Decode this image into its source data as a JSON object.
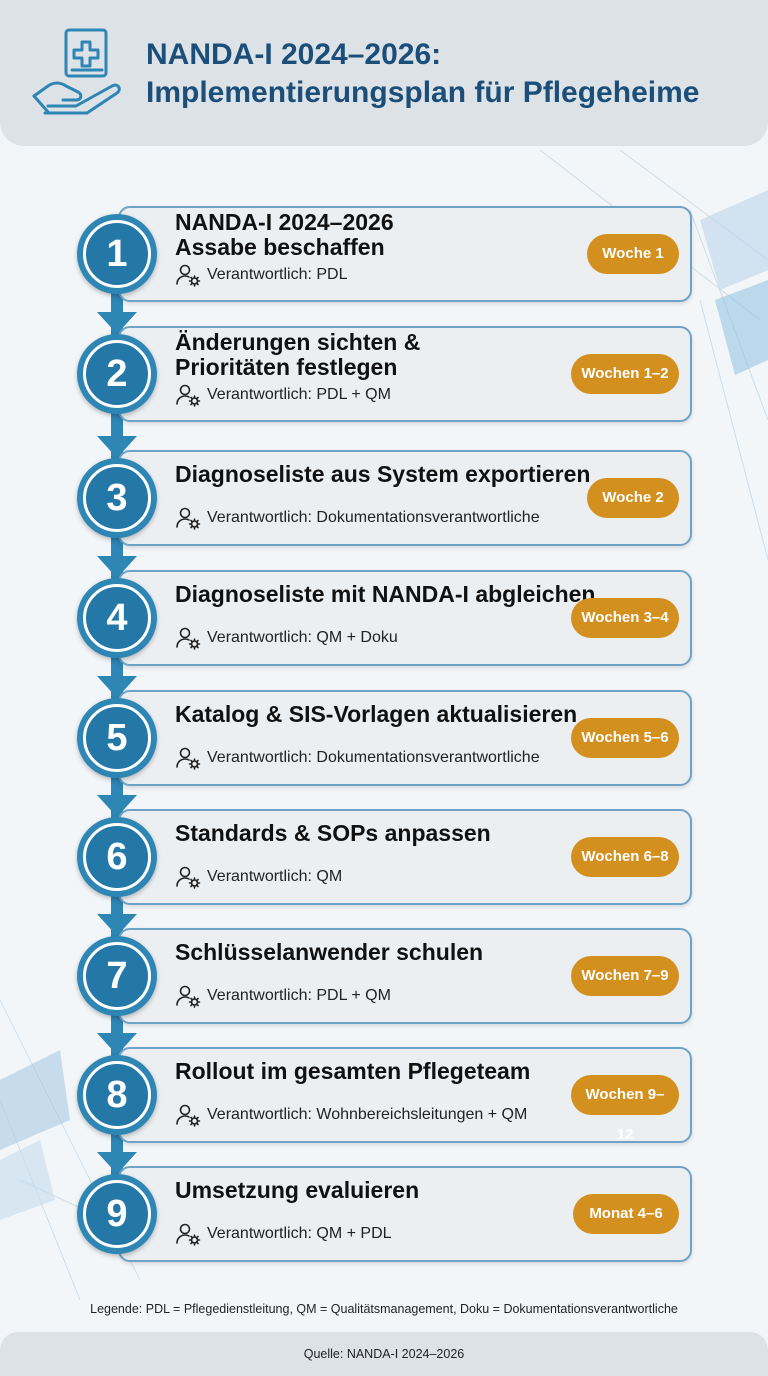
{
  "header": {
    "title_line1": "NANDA-I 2024–2026:",
    "title_line2": "Implementierungsplan für Pflegeheime",
    "icon": "book-in-hand-icon"
  },
  "colors": {
    "primary_blue": "#2e86b5",
    "title_blue": "#1b4f7a",
    "badge_orange": "#d4901e",
    "card_bg": "#eceff2",
    "card_border": "#6fa3c6"
  },
  "steps": [
    {
      "number": "1",
      "title_lines": [
        "NANDA-I 2024–2026",
        "Assabe beschaffen"
      ],
      "owner": "Verantwortlich: PDL",
      "badge": "Woche 1"
    },
    {
      "number": "2",
      "title_lines": [
        "Änderungen sichten &",
        "Prioritäten festlegen"
      ],
      "owner": "Verantwortlich: PDL + QM",
      "badge": "Wochen 1–2"
    },
    {
      "number": "3",
      "title_lines": [
        "Diagnoseliste aus System exportieren"
      ],
      "owner": "Verantwortlich: Dokumentationsverantwortliche",
      "badge": "Woche 2"
    },
    {
      "number": "4",
      "title_lines": [
        "Diagnoseliste mit NANDA-I abgleichen"
      ],
      "owner": "Verantwortlich: QM + Doku",
      "badge": "Wochen 3–4"
    },
    {
      "number": "5",
      "title_lines": [
        "Katalog & SIS-Vorlagen aktualisieren"
      ],
      "owner": "Verantwortlich: Dokumentationsverantwortliche",
      "badge": "Wochen 5–6"
    },
    {
      "number": "6",
      "title_lines": [
        "Standards & SOPs anpassen"
      ],
      "owner": "Verantwortlich: QM",
      "badge": "Wochen 6–8"
    },
    {
      "number": "7",
      "title_lines": [
        "Schlüsselanwender schulen"
      ],
      "owner": "Verantwortlich: PDL + QM",
      "badge": "Wochen 7–9"
    },
    {
      "number": "8",
      "title_lines": [
        "Rollout im gesamten Pflegeteam"
      ],
      "owner": "Verantwortlich: Wohnbereichsleitungen + QM",
      "badge": "Wochen 9–12"
    },
    {
      "number": "9",
      "title_lines": [
        "Umsetzung evaluieren"
      ],
      "owner": "Verantwortlich: QM + PDL",
      "badge": "Monat 4–6"
    }
  ],
  "legend": "Legende: PDL = Pflegedienstleitung, QM = Qualitätsmanagement, Doku = Dokumentationsverantwortliche",
  "footer": "Quelle: NANDA-I 2024–2026"
}
